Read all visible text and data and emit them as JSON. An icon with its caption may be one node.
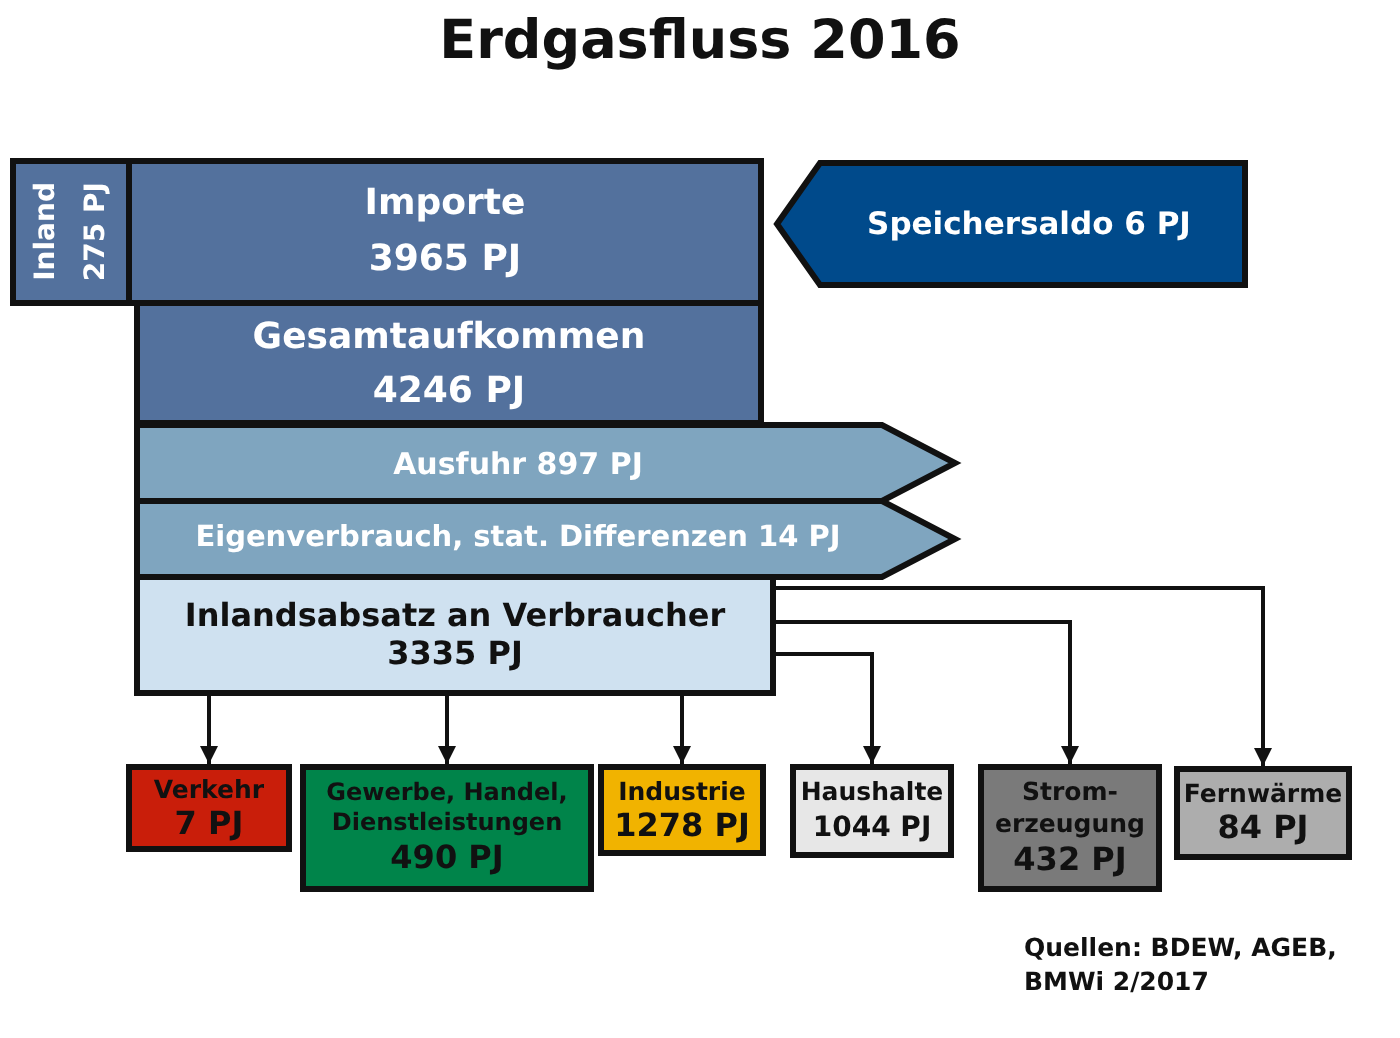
{
  "diagram": {
    "title": "Erdgasfluss 2016",
    "nodes": [
      {
        "text": [
          "Inland",
          "275 PJ"
        ]
      },
      {
        "text": [
          "Importe",
          "3965 PJ"
        ]
      },
      {
        "text": [
          "Speichersaldo 6 PJ"
        ]
      },
      {
        "text": [
          "Gesamtaufkommen",
          "4246 PJ"
        ]
      },
      {
        "text": [
          "Ausfuhr 897 PJ"
        ]
      },
      {
        "text": [
          "Eigenverbrauch, stat. Differenzen 14 PJ"
        ]
      },
      {
        "text": [
          "Inlandsabsatz an Verbraucher",
          "3335 PJ"
        ]
      },
      {
        "text": [
          "Verkehr",
          "7 PJ"
        ]
      },
      {
        "text": [
          "Gewerbe, Handel, Dienstleistungen",
          "490 PJ"
        ]
      },
      {
        "text": [
          "Industrie",
          "1278 PJ"
        ]
      },
      {
        "text": [
          "Haushalte",
          "1044 PJ"
        ]
      },
      {
        "text": [
          "Strom- erzeugung",
          "432 PJ"
        ]
      },
      {
        "text": [
          "Fernwärme",
          "84 PJ"
        ]
      }
    ],
    "edges": [
      {
        "from": 6,
        "to": 7,
        "arrow": "to"
      },
      {
        "from": 6,
        "to": 8,
        "arrow": "to"
      },
      {
        "from": 6,
        "to": 9,
        "arrow": "to"
      },
      {
        "from": 6,
        "to": 10,
        "arrow": "to"
      },
      {
        "from": 6,
        "to": 11,
        "arrow": "to"
      },
      {
        "from": 6,
        "to": 12,
        "arrow": "to"
      }
    ],
    "labels": [
      "Quellen: BDEW, AGEB, BMWi 2/2017"
    ]
  }
}
